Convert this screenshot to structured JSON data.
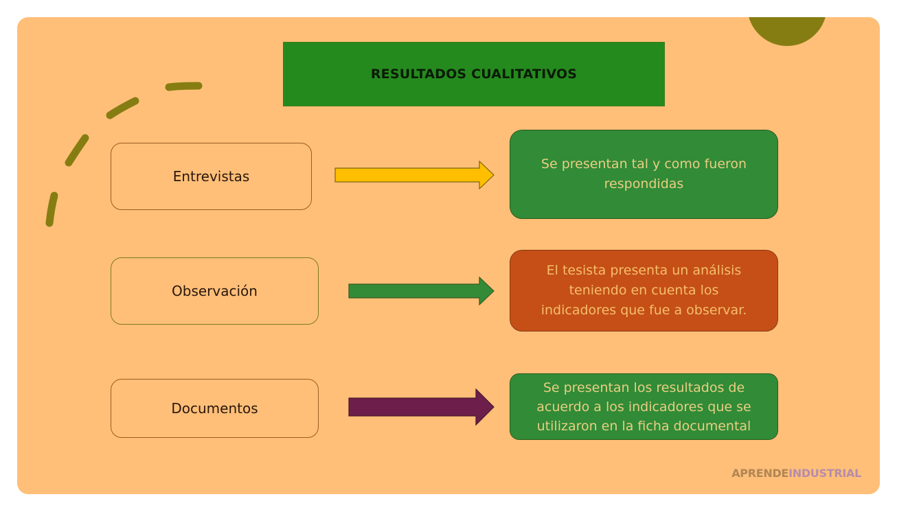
{
  "slide": {
    "title": "RESULTADOS CUALITATIVOS",
    "colors": {
      "background": "#FFBF78",
      "title_bar": "#248A1E",
      "decor_olive": "#867D12",
      "result_green": "#318B37",
      "result_orange": "#C54F17",
      "arrow_yellow": "#FFBF00",
      "arrow_green": "#338B38",
      "arrow_purple": "#6D1E4A"
    },
    "rows": [
      {
        "source": "Entrevistas",
        "arrow_color": "#FFBF00",
        "result": "Se presentan tal y como fueron\nrespondidas",
        "result_color": "#318B37"
      },
      {
        "source": "Observación",
        "arrow_color": "#338B38",
        "result": "El tesista presenta un análisis\nteniendo en cuenta los\nindicadores que fue a observar.",
        "result_color": "#C54F17"
      },
      {
        "source": "Documentos",
        "arrow_color": "#6D1E4A",
        "result": "Se presentan los resultados de\nacuerdo a los indicadores que se\nutilizaron en la ficha documental",
        "result_color": "#318B37"
      }
    ]
  },
  "brand": {
    "part1": "APRENDE",
    "part2": "INDUSTRIAL"
  },
  "icons": {
    "arrow": "right-arrow-icon",
    "decor_arc": "dashed-arc",
    "decor_circle": "half-circle"
  }
}
